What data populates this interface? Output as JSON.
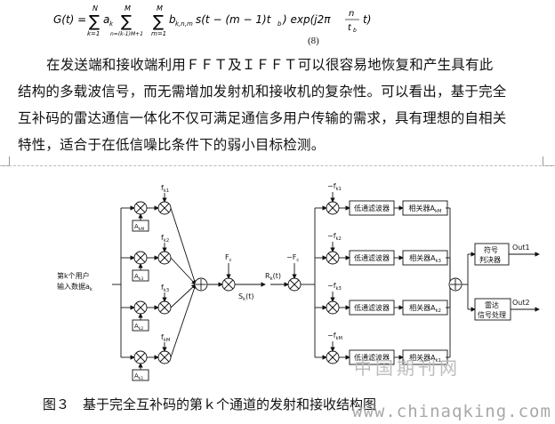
{
  "formula": {
    "lhs": "G(t) =",
    "sum1_top": "N",
    "sum1_bottom": "k=1",
    "a_k": "a",
    "a_sub": "k",
    "sum2_top": "M",
    "sum2_bottom": "n=(k-1)M+1",
    "sum3_top": "M",
    "sum3_bottom": "m=1",
    "b_term": "b",
    "b_sub": "k,n,m",
    "rest": "s(t − (m − 1)t",
    "rest_sub": "b",
    "rest2": ") exp(j2π",
    "frac_num": "n",
    "frac_den": "t",
    "frac_den_sub": "b",
    "tail": "t)",
    "equation_number": "(8)"
  },
  "paragraph": {
    "line1": "在发送端和接收端利用ＦＦＴ及ＩＦＦＴ可以很容易地恢复和产生具有此",
    "line2": "结构的多载波信号，而无需增加发射机和接收机的复杂性。可以看出，基于完全",
    "line3": "互补码的雷达通信一体化不仅可满足通信多用户传输的需求，具有理想的自相关",
    "line4": "特性，适合于在低信噪比条件下的弱小目标检测。"
  },
  "diagram": {
    "input_label_1": "第k个用户",
    "input_label_2": "输入数据a",
    "input_label_sub": "k",
    "tx_freqs": [
      {
        "base": "f",
        "sub": "k1"
      },
      {
        "base": "f",
        "sub": "k2"
      },
      {
        "base": "f",
        "sub": "k3"
      },
      {
        "base": "f",
        "sub": "kM"
      }
    ],
    "tx_codes": [
      {
        "base": "A",
        "sub": "kM"
      },
      {
        "base": "A",
        "sub": "k3"
      },
      {
        "base": "A",
        "sub": "k2"
      },
      {
        "base": "A",
        "sub": "k1"
      }
    ],
    "carrier": {
      "base": "F",
      "sub": "c"
    },
    "tx_signal": {
      "base": "S",
      "sub": "k",
      "tail": "(t)"
    },
    "rx_signal": {
      "base": "R",
      "sub": "k",
      "tail": "(t)"
    },
    "rx_carrier": {
      "base": "−F",
      "sub": "c"
    },
    "rx_freqs": [
      {
        "base": "−f",
        "sub": "k1"
      },
      {
        "base": "−f",
        "sub": "k2"
      },
      {
        "base": "−f",
        "sub": "k3"
      },
      {
        "base": "−f",
        "sub": "kM"
      }
    ],
    "lpf_label": "低通滤波器",
    "correlators": [
      {
        "base": "相关器A",
        "sub": "kM"
      },
      {
        "base": "相关器A",
        "sub": "k3"
      },
      {
        "base": "相关器A",
        "sub": "k2"
      },
      {
        "base": "相关器A",
        "sub": "k1"
      }
    ],
    "decider_1": "符号",
    "decider_2": "判决器",
    "radar_1": "雷达",
    "radar_2": "信号处理",
    "out1": "Out1",
    "out2": "Out2"
  },
  "caption": "图３　基于完全互补码的第ｋ个通道的发射和接收结构图",
  "watermark": {
    "site_name": "中国期刊网",
    "url": "www.chinaqking.com"
  }
}
